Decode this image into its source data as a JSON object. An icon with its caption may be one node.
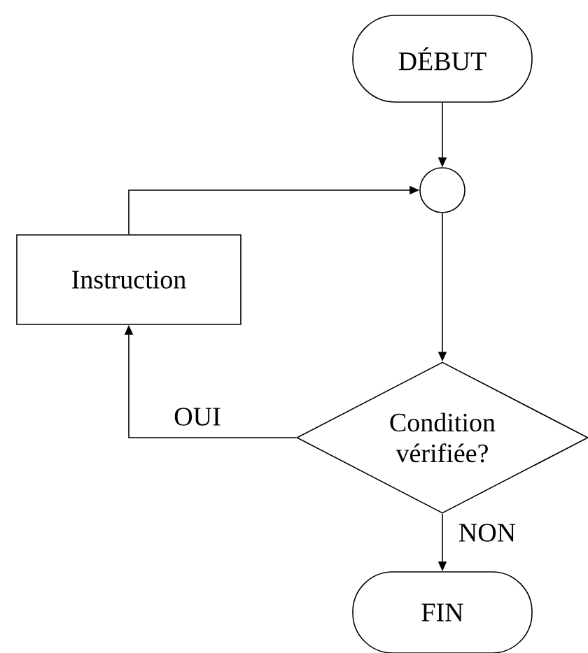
{
  "diagram": {
    "nodes": [
      {
        "text": [
          "DÉBUT"
        ]
      },
      {
        "text": [],
        "shape": "circle"
      },
      {
        "text": [
          "Instruction"
        ]
      },
      {
        "text": [
          "Condition vérifiée?"
        ]
      },
      {
        "text": [
          "FIN"
        ]
      }
    ],
    "edges": [
      {
        "from": 0,
        "to": 1,
        "arrow": "to"
      },
      {
        "from": 1,
        "to": 3,
        "arrow": "to"
      },
      {
        "from": 3,
        "to": 2,
        "arrow": "to",
        "label": "OUI"
      },
      {
        "from": 2,
        "to": 1,
        "arrow": "to"
      },
      {
        "from": 3,
        "to": 4,
        "arrow": "to",
        "label": "NON"
      }
    ]
  }
}
